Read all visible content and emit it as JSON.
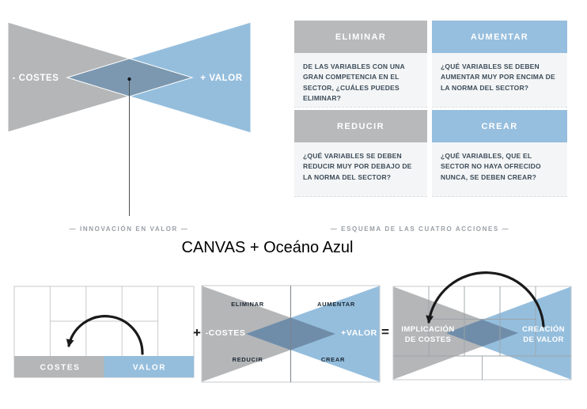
{
  "colors": {
    "tri_gray": "#b4b6b8",
    "tri_blue": "#95bedd",
    "overlap": "#7c98b0",
    "overlap_small": "#6f8da9",
    "header_gray": "#b7b9bb",
    "header_blue": "#96bede",
    "body_bg": "#f3f5f6",
    "body_text": "#3d4c5a",
    "grid_line": "#c7cacc",
    "grid_over": "#9ea4a9",
    "centerline": "#7c838a",
    "caption": "#989fa6",
    "label_dark": "#1c2733",
    "ink": "#1a1a1a"
  },
  "value_innovation": {
    "cost_label": "- COSTES",
    "value_label": "+ VALOR",
    "caption": "— INNOVACIÓN EN VALOR —"
  },
  "four_actions": {
    "caption": "— ESQUEMA DE LAS CUATRO ACCIONES —",
    "cells": [
      {
        "header": "ELIMINAR",
        "body": "DE LAS VARIABLES CON UNA GRAN COMPETENCIA EN EL SECTOR, ¿CUÁLES PUEDES ELIMINAR?"
      },
      {
        "header": "AUMENTAR",
        "body": "¿QUÉ VARIABLES SE DEBEN AUMENTAR MUY POR ENCIMA DE LA NORMA DEL SECTOR?"
      },
      {
        "header": "REDUCIR",
        "body": "¿QUÉ VARIABLES SE DEBEN REDUCIR MUY POR DEBAJO DE LA NORMA DEL SECTOR?"
      },
      {
        "header": "CREAR",
        "body": "¿QUÉ VARIABLES, QUE EL SECTOR NO HAYA OFRECIDO NUNCA, SE DEBEN CREAR?"
      }
    ]
  },
  "title": "CANVAS + Oceáno Azul",
  "formula": {
    "canvas": {
      "cost_label": "COSTES",
      "value_label": "VALOR"
    },
    "plus": "+",
    "equals": "=",
    "bowtie": {
      "eliminar": "ELIMINAR",
      "aumentar": "AUMENTAR",
      "reducir": "REDUCIR",
      "crear": "CREAR",
      "cost_label": "-COSTES",
      "value_label": "+VALOR"
    },
    "result": {
      "cost_line1": "IMPLICACIÓN",
      "cost_line2": "DE COSTES",
      "value_line1": "CREACIÓN",
      "value_line2": "DE VALOR"
    }
  }
}
